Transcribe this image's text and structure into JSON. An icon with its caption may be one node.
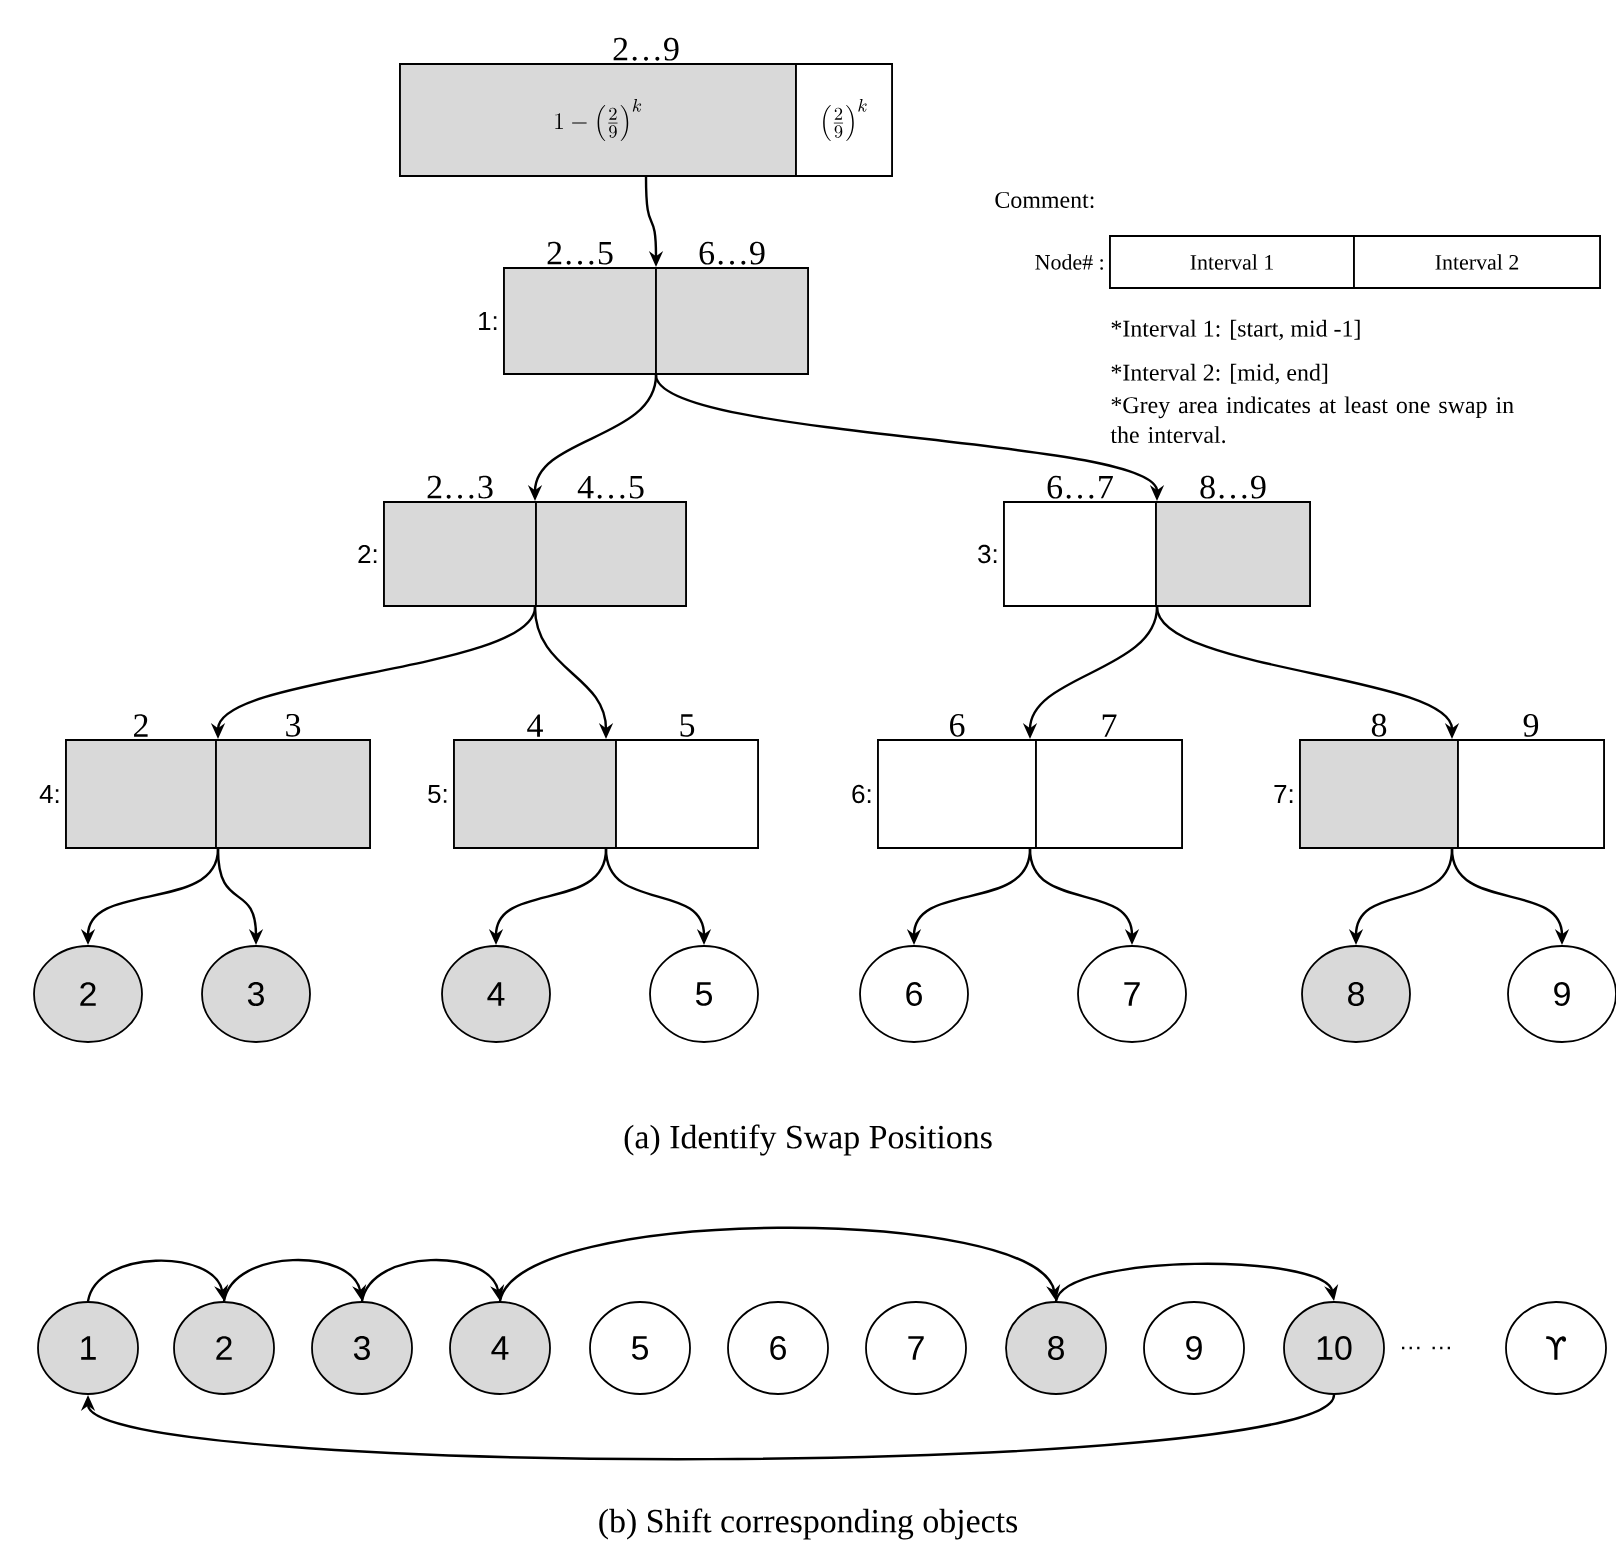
{
  "diagram": {
    "nodes": [
      {
        "text": [
          "2…9"
        ]
      },
      {
        "text": [
          "1-\\left(\\frac{2}{9}\\right)^{k}"
        ],
        "in": 0
      },
      {
        "text": [
          "\\left(\\frac{2}{9}\\right)^{k}"
        ],
        "in": 0
      },
      {
        "text": [
          "1:"
        ]
      },
      {
        "text": [
          "2…5"
        ],
        "in": 3
      },
      {
        "text": [
          "6…9"
        ],
        "in": 3
      },
      {
        "text": [
          "2:"
        ]
      },
      {
        "text": [
          "2…3"
        ],
        "in": 6
      },
      {
        "text": [
          "4…5"
        ],
        "in": 6
      },
      {
        "text": [
          "3:"
        ]
      },
      {
        "text": [
          "6…7"
        ],
        "in": 9
      },
      {
        "text": [
          "8…9"
        ],
        "in": 9
      },
      {
        "text": [
          "4:"
        ]
      },
      {
        "text": [
          "2"
        ],
        "in": 12
      },
      {
        "text": [
          "3"
        ],
        "in": 12
      },
      {
        "text": [
          "5:"
        ]
      },
      {
        "text": [
          "4"
        ],
        "in": 15
      },
      {
        "text": [
          "5"
        ],
        "in": 15
      },
      {
        "text": [
          "6:"
        ]
      },
      {
        "text": [
          "6"
        ],
        "in": 18
      },
      {
        "text": [
          "7"
        ],
        "in": 18
      },
      {
        "text": [
          "7:"
        ]
      },
      {
        "text": [
          "8"
        ],
        "in": 21
      },
      {
        "text": [
          "9"
        ],
        "in": 21
      },
      {
        "text": [
          "Node# :"
        ]
      },
      {
        "text": [
          "Interval 1"
        ],
        "in": 24
      },
      {
        "text": [
          "Interval 2"
        ],
        "in": 24
      },
      {
        "text": [
          "2"
        ]
      },
      {
        "text": [
          "3"
        ]
      },
      {
        "text": [
          "4"
        ]
      },
      {
        "text": [
          "5"
        ]
      },
      {
        "text": [
          "6"
        ]
      },
      {
        "text": [
          "7"
        ]
      },
      {
        "text": [
          "8"
        ]
      },
      {
        "text": [
          "9"
        ]
      },
      {
        "text": [
          "1"
        ]
      },
      {
        "text": [
          "2"
        ]
      },
      {
        "text": [
          "3"
        ]
      },
      {
        "text": [
          "4"
        ]
      },
      {
        "text": [
          "5"
        ]
      },
      {
        "text": [
          "6"
        ]
      },
      {
        "text": [
          "7"
        ]
      },
      {
        "text": [
          "8"
        ]
      },
      {
        "text": [
          "9"
        ]
      },
      {
        "text": [
          "10"
        ]
      },
      {
        "text": [
          "ϒ"
        ]
      }
    ],
    "edges": [
      {
        "from": 0,
        "to": 3,
        "arrow": "to"
      },
      {
        "from": 3,
        "to": 6,
        "arrow": "to"
      },
      {
        "from": 3,
        "to": 9,
        "arrow": "to"
      },
      {
        "from": 6,
        "to": 12,
        "arrow": "to"
      },
      {
        "from": 6,
        "to": 15,
        "arrow": "to"
      },
      {
        "from": 9,
        "to": 18,
        "arrow": "to"
      },
      {
        "from": 9,
        "to": 21,
        "arrow": "to"
      },
      {
        "from": 12,
        "to": 27,
        "arrow": "to"
      },
      {
        "from": 12,
        "to": 28,
        "arrow": "to"
      },
      {
        "from": 15,
        "to": 29,
        "arrow": "to"
      },
      {
        "from": 15,
        "to": 30,
        "arrow": "to"
      },
      {
        "from": 18,
        "to": 31,
        "arrow": "to"
      },
      {
        "from": 18,
        "to": 32,
        "arrow": "to"
      },
      {
        "from": 21,
        "to": 33,
        "arrow": "to"
      },
      {
        "from": 21,
        "to": 34,
        "arrow": "to"
      },
      {
        "from": 35,
        "to": 36,
        "arrow": "to"
      },
      {
        "from": 36,
        "to": 37,
        "arrow": "to"
      },
      {
        "from": 37,
        "to": 38,
        "arrow": "to"
      },
      {
        "from": 38,
        "to": 42,
        "arrow": "to"
      },
      {
        "from": 42,
        "to": 44,
        "arrow": "to"
      },
      {
        "from": 44,
        "to": 35,
        "arrow": "to"
      }
    ],
    "labels": [
      "Comment:",
      "*Interval 1: [start, mid -1]",
      "*Interval 2: [mid, end]",
      "*Grey area indicates at least one swap in the interval.",
      "… …",
      "(a) Identify Swap Positions",
      "(b) Shift corresponding objects"
    ]
  }
}
